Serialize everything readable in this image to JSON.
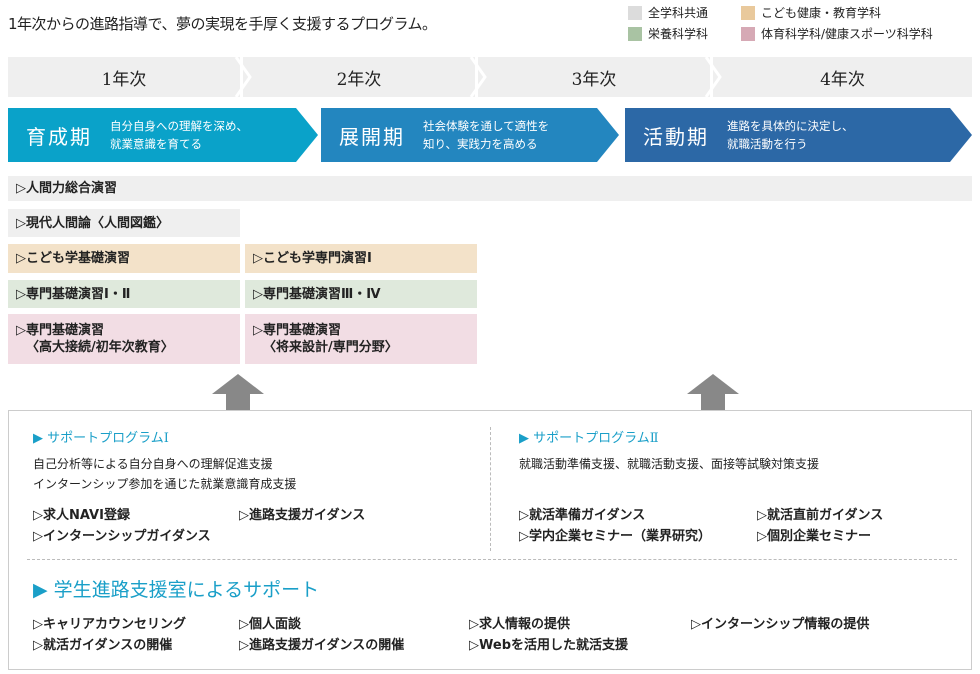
{
  "title": "1年次からの進路指導で、夢の実現を手厚く支援するプログラム。",
  "legend": [
    {
      "label": "全学科共通",
      "color": "#dcdcdc"
    },
    {
      "label": "こども健康・教育学科",
      "color": "#e9c99c"
    },
    {
      "label": "栄養科学科",
      "color": "#a9c3a3"
    },
    {
      "label": "体育科学科/健康スポーツ科学科",
      "color": "#d6a9b5"
    }
  ],
  "years": [
    "1年次",
    "2年次",
    "3年次",
    "4年次"
  ],
  "phases": [
    {
      "name": "育成期",
      "desc1": "自分自身への理解を深め、",
      "desc2": "就業意識を育てる",
      "color": "#0aa2c9"
    },
    {
      "name": "展開期",
      "desc1": "社会体験を通して適性を",
      "desc2": "知り、実践力を高める",
      "color": "#2386bf"
    },
    {
      "name": "活動期",
      "desc1": "進路を具体的に決定し、",
      "desc2": "就職活動を行う",
      "color": "#2c68a6"
    }
  ],
  "courses": {
    "all1": "▷人間力総合演習",
    "all2": "▷現代人間論〈人間図鑑〉",
    "kodomo1": "▷こども学基礎演習",
    "kodomo2": "▷こども学専門演習Ⅰ",
    "eiyo1": "▷専門基礎演習Ⅰ・Ⅱ",
    "eiyo2": "▷専門基礎演習Ⅲ・Ⅳ",
    "taiiku1a": "▷専門基礎演習",
    "taiiku1b": "〈高大接続/初年次教育〉",
    "taiiku2a": "▷専門基礎演習",
    "taiiku2b": "〈将来設計/専門分野〉"
  },
  "support1": {
    "title": "サポートプログラムⅠ",
    "desc1": "自己分析等による自分自身への理解促進支援",
    "desc2": "インターンシップ参加を通じた就業意識育成支援",
    "items": [
      "▷求人NAVI登録",
      "▷進路支援ガイダンス",
      "▷インターンシップガイダンス"
    ]
  },
  "support2": {
    "title": "サポートプログラムⅡ",
    "desc1": "就職活動準備支援、就職活動支援、面接等試験対策支援",
    "items": [
      "▷就活準備ガイダンス",
      "▷就活直前ガイダンス",
      "▷学内企業セミナー（業界研究）",
      "▷個別企業セミナー"
    ]
  },
  "office": {
    "title": "学生進路支援室によるサポート",
    "items": [
      "▷キャリアカウンセリング",
      "▷個人面談",
      "▷求人情報の提供",
      "▷インターンシップ情報の提供",
      "▷就活ガイダンスの開催",
      "▷進路支援ガイダンスの開催",
      "▷Webを活用した就活支援"
    ]
  },
  "tri": "▶"
}
